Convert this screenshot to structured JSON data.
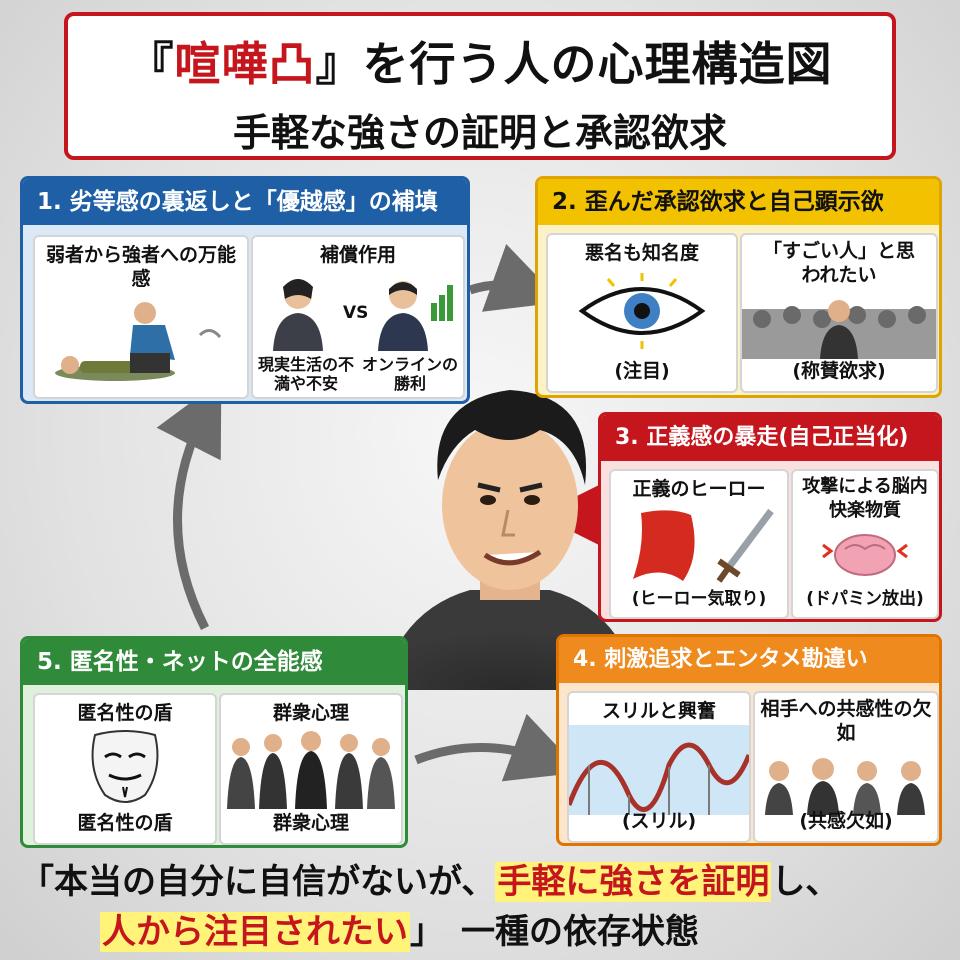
{
  "title": {
    "line1_prefix": "『",
    "line1_red": "喧嘩凸",
    "line1_suffix": "』を行う人の心理構造図",
    "line2": "手軽な強さの証明と承認欲求"
  },
  "panels": {
    "p1": {
      "header": "1. 劣等感の裏返しと「優越感」の補填",
      "left_label": "弱者から強者への万能感",
      "right_label": "補償作用",
      "vs": "VS",
      "caption_left": "現実生活の不満や不安",
      "caption_right": "オンラインの勝利"
    },
    "p2": {
      "header": "2. 歪んだ承認欲求と自己顕示欲",
      "left_label": "悪名も知名度",
      "left_caption": "(注目)",
      "right_label": "「すごい人」と思われたい",
      "right_caption": "(称賛欲求)"
    },
    "p3": {
      "header": "3. 正義感の暴走(自己正当化)",
      "left_label": "正義のヒーロー",
      "left_caption": "(ヒーロー気取り)",
      "right_label": "攻撃による脳内快楽物質",
      "right_caption": "(ドパミン放出)"
    },
    "p4": {
      "header": "4. 刺激追求とエンタメ勘違い",
      "left_label": "スリルと興奮",
      "left_caption": "(スリル)",
      "right_label": "相手への共感性の欠如",
      "right_caption": "(共感欠如)"
    },
    "p5": {
      "header": "5. 匿名性・ネットの全能感",
      "left_label": "匿名性の盾",
      "left_caption": "匿名性の盾",
      "right_label": "群衆心理",
      "right_caption": "群衆心理"
    }
  },
  "bottom": {
    "line1_a": "「本当の自分に自信がないが、",
    "line1_hl": "手軽に強さを証明",
    "line1_b": "し、",
    "line2_hl": "人から注目されたい",
    "line2_b": "」　一種の依存状態"
  },
  "colors": {
    "red": "#c4161c",
    "blue": "#1f5fa6",
    "yellow": "#f2c200",
    "orange": "#ef8a1e",
    "green": "#2f8a3a",
    "highlight": "#fff37a"
  }
}
